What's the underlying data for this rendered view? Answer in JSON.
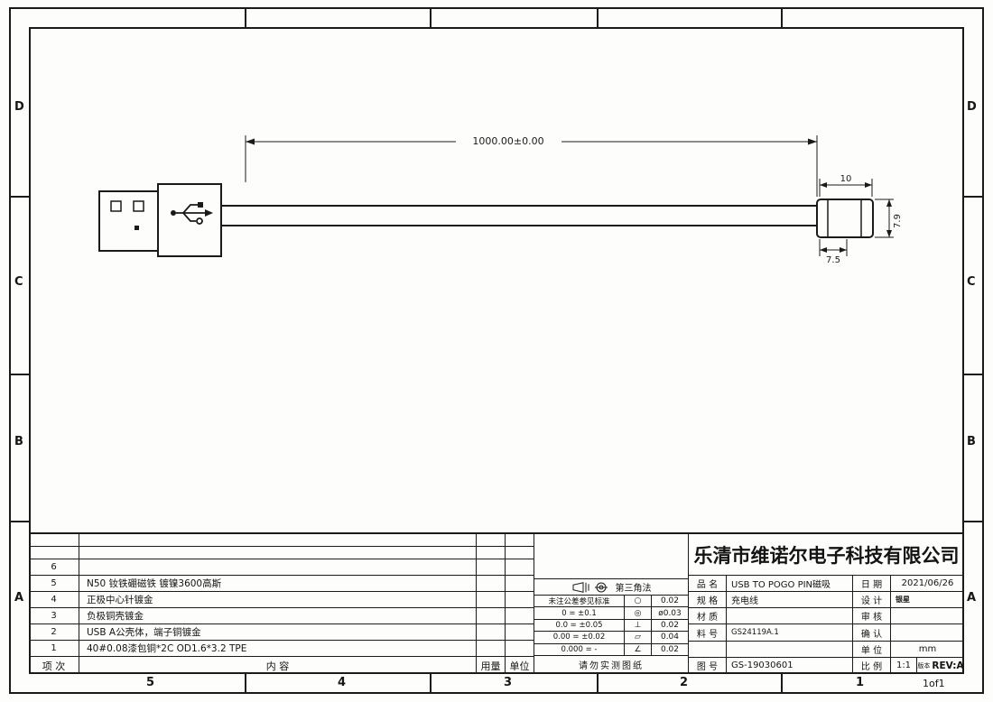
{
  "sheet": {
    "zones_vertical": [
      "D",
      "C",
      "B",
      "A"
    ],
    "zones_horizontal": [
      "5",
      "4",
      "3",
      "2",
      "1"
    ],
    "page": "1of1"
  },
  "drawing": {
    "dim_length": "1000.00±0.00",
    "dim_width": "10",
    "dim_height": "7.9",
    "dim_step": "7.5"
  },
  "bom": {
    "header": {
      "item": "项 次",
      "content": "内  容",
      "qty": "用量",
      "unit": "单位"
    },
    "rows": [
      {
        "no": "6",
        "desc": ""
      },
      {
        "no": "5",
        "desc": "N50 钕铁硼磁铁 镀镍3600高斯"
      },
      {
        "no": "4",
        "desc": "正极中心针镀金"
      },
      {
        "no": "3",
        "desc": "负极铜壳镀金"
      },
      {
        "no": "2",
        "desc": "USB A公壳体，端子铜镀金"
      },
      {
        "no": "1",
        "desc": "40#0.08漆包铜*2C OD1.6*3.2 TPE"
      }
    ]
  },
  "tolerance": {
    "projection": "第三角法",
    "rows": [
      {
        "rule": "未注公差参见标准",
        "symbol": "○",
        "value": "0.02"
      },
      {
        "rule": "0 = ±0.1",
        "symbol": "◎",
        "value": "ø0.03"
      },
      {
        "rule": "0.0 = ±0.05",
        "symbol": "⊥",
        "value": "0.02"
      },
      {
        "rule": "0.00 = ±0.02",
        "symbol": "▱",
        "value": "0.04"
      },
      {
        "rule": "0.000 = -",
        "symbol": "∠",
        "value": "0.02"
      }
    ],
    "footer": "请勿实测图纸"
  },
  "title_block": {
    "company": "乐清市维诺尔电子科技有限公司",
    "product_label": "品 名",
    "product": "USB TO POGO PIN磁吸",
    "spec_label": "规 格",
    "spec": "充电线",
    "material_label": "材 质",
    "material": "",
    "part_no_label": "料 号",
    "part_no": "GS24119A.1",
    "drawing_no_label": "图 号",
    "drawing_no": "GS-19030601",
    "date_label": "日 期",
    "date": "2021/06/26",
    "designer_label": "设 计",
    "designer": "银星",
    "reviewer_label": "审 核",
    "reviewer": "",
    "approver_label": "确 认",
    "approver": "",
    "unit_label": "单 位",
    "unit": "mm",
    "scale_label": "比 例",
    "scale": "1:1",
    "rev_label": "版本",
    "rev": "REV:A"
  }
}
